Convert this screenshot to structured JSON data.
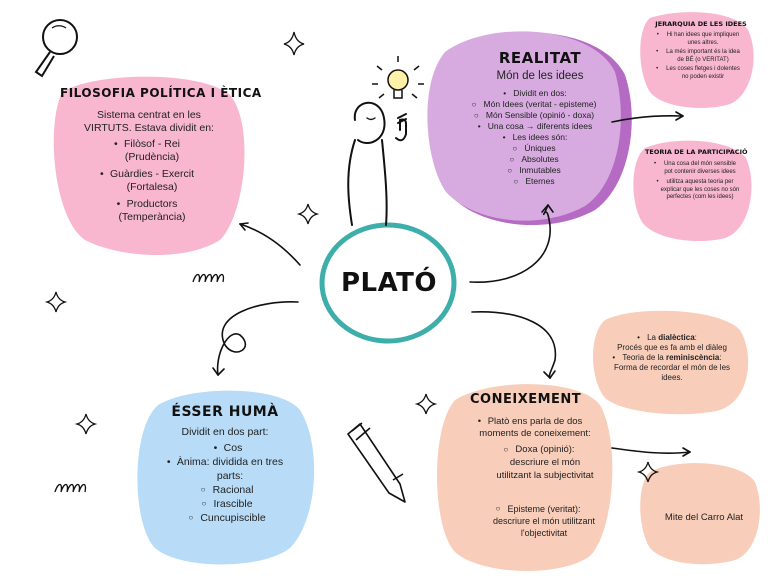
{
  "center": {
    "title": "PLATÓ"
  },
  "filosofia": {
    "title": "FILOSOFIA POLÍTICA I ÈTICA",
    "intro": "Sistema centrat en les VIRTUTS. Estava dividit en:",
    "items": [
      "Filòsof - Rei (Prudència)",
      "Guàrdies - Exercit (Fortalesa)",
      "Productors (Temperància)"
    ]
  },
  "realitat": {
    "title": "REALITAT",
    "subtitle": "Món de les idees",
    "l1": "Dividit en dos:",
    "l1a": "Món Idees (veritat - episteme)",
    "l1b": "Món Sensible (opinió - doxa)",
    "l2": "Una cosa → diferents idees",
    "l3": "Les idees són:",
    "l3items": [
      "Úniques",
      "Absolutes",
      "Inmutables",
      "Eternes"
    ]
  },
  "jerarquia": {
    "title": "JERARQUIA DE LES IDEES",
    "items": [
      "Hi han idees que impliquen unes altres.",
      "La més important és la idea de BÉ (o VERITAT)",
      "Les coses fletges i dolentes no poden existir"
    ]
  },
  "participacio": {
    "title": "TEORIA DE LA PARTICIPACIÓ",
    "items": [
      "Una cosa del món sensible pot contenir diverses idees",
      "utilitza aquesta teoria per explicar que les coses no són perfectes (com les idees)"
    ]
  },
  "esser": {
    "title": "ÉSSER HUMÀ",
    "intro": "Dividit en dos part:",
    "i1": "Cos",
    "i2": "Ànima: dividida en tres parts:",
    "subitems": [
      "Racional",
      "Irascible",
      "Cuncupiscible"
    ]
  },
  "coneixement": {
    "title": "CONEIXEMENT",
    "intro": "Platò ens parla de dos moments de coneixement:",
    "doxa": "Doxa (opinió): descriure el món utilitzant la subjectivitat",
    "episteme": "Episteme (veritat): descriure el món utilitzant l'objectivitat"
  },
  "dialectica": {
    "p1a": "La ",
    "p1b": "dialèctica",
    "p1c": ":",
    "p1d": "Procés que es fa amb el diàleg",
    "p2a": "Teoria de la ",
    "p2b": "reminiscència",
    "p2c": ":",
    "p2d": "Forma de recordar el món de les idees."
  },
  "mite": {
    "label": "Mite del Carro Alat"
  },
  "colors": {
    "pink": "#f8b6cf",
    "purple": "#c592d6",
    "blue": "#b8dcf7",
    "peach": "#f8cdb9",
    "teal": "#3eaeaa"
  }
}
